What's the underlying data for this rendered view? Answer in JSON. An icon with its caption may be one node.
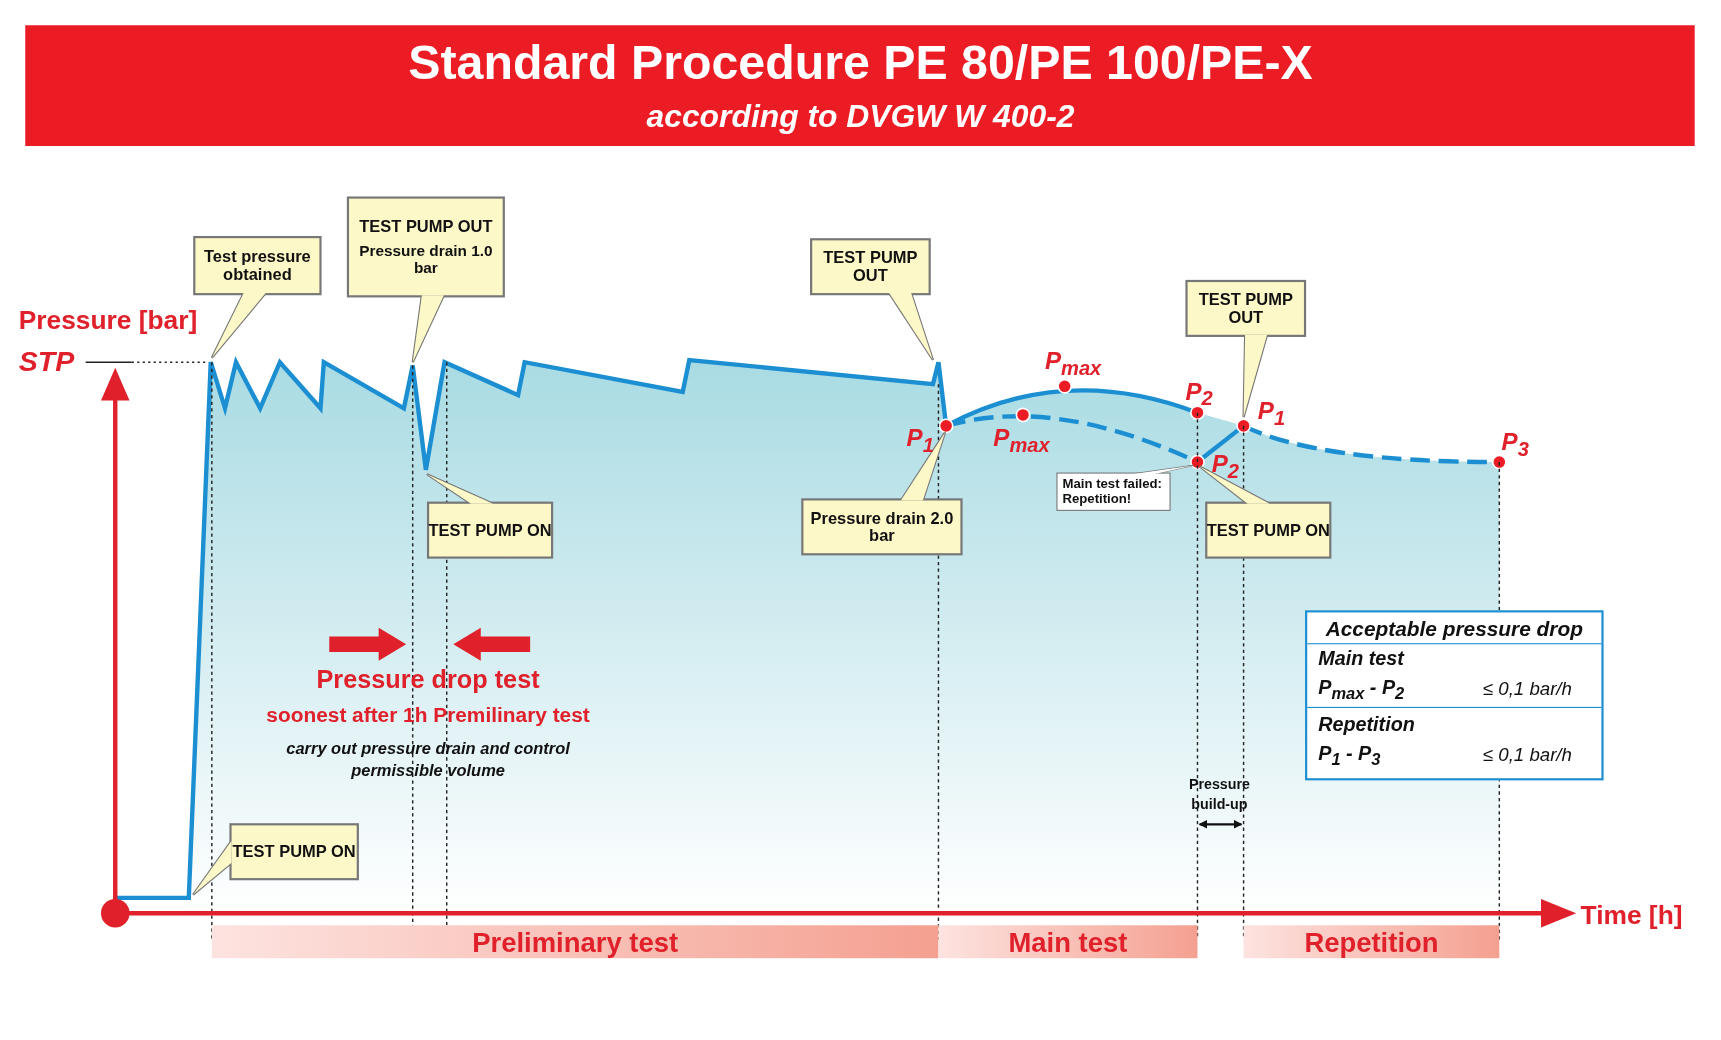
{
  "diagram": {
    "title": "Standard Procedure PE 80/PE 100/PE-X",
    "nodes": [
      {
        "text": [
          "Test pressure obtained"
        ]
      },
      {
        "text": [
          "TEST PUMP OUT",
          "Pressure drain 1.0 bar"
        ]
      },
      {
        "text": [
          "TEST PUMP OUT"
        ]
      },
      {
        "text": [
          "TEST PUMP OUT"
        ]
      },
      {
        "text": [
          "TEST PUMP ON"
        ]
      },
      {
        "text": [
          "Pressure drain 2.0 bar"
        ]
      },
      {
        "text": [
          "Main test failed: Repetition!"
        ]
      },
      {
        "text": [
          "TEST PUMP ON"
        ]
      },
      {
        "text": [
          "TEST PUMP ON"
        ]
      },
      {
        "text": [
          "Acceptable pressure drop",
          "Main test",
          "P$_{max}$ - P$_{2}$",
          "≤ 0,1 bar/h",
          "Repetition",
          "P$_{1}$ - P$_{3}$",
          "≤ 0,1 bar/h"
        ]
      },
      {
        "text": [
          "Preliminary test"
        ]
      },
      {
        "text": [
          "Main test"
        ]
      },
      {
        "text": [
          "Repetition"
        ]
      }
    ],
    "labels": [
      "according to DVGW W 400-2",
      "Pressure [bar]",
      "STP",
      "P$_{max}$",
      "P$_{2}$",
      "P$_{1}$",
      "P$_{1}$",
      "P$_{max}$",
      "P$_{2}$",
      "P$_{3}$",
      "Pressure drop test",
      "soonest after 1h Premilinary test",
      "carry out pressure drain and control permissible volume",
      "Pressure build-up",
      "Time [h]"
    ]
  }
}
